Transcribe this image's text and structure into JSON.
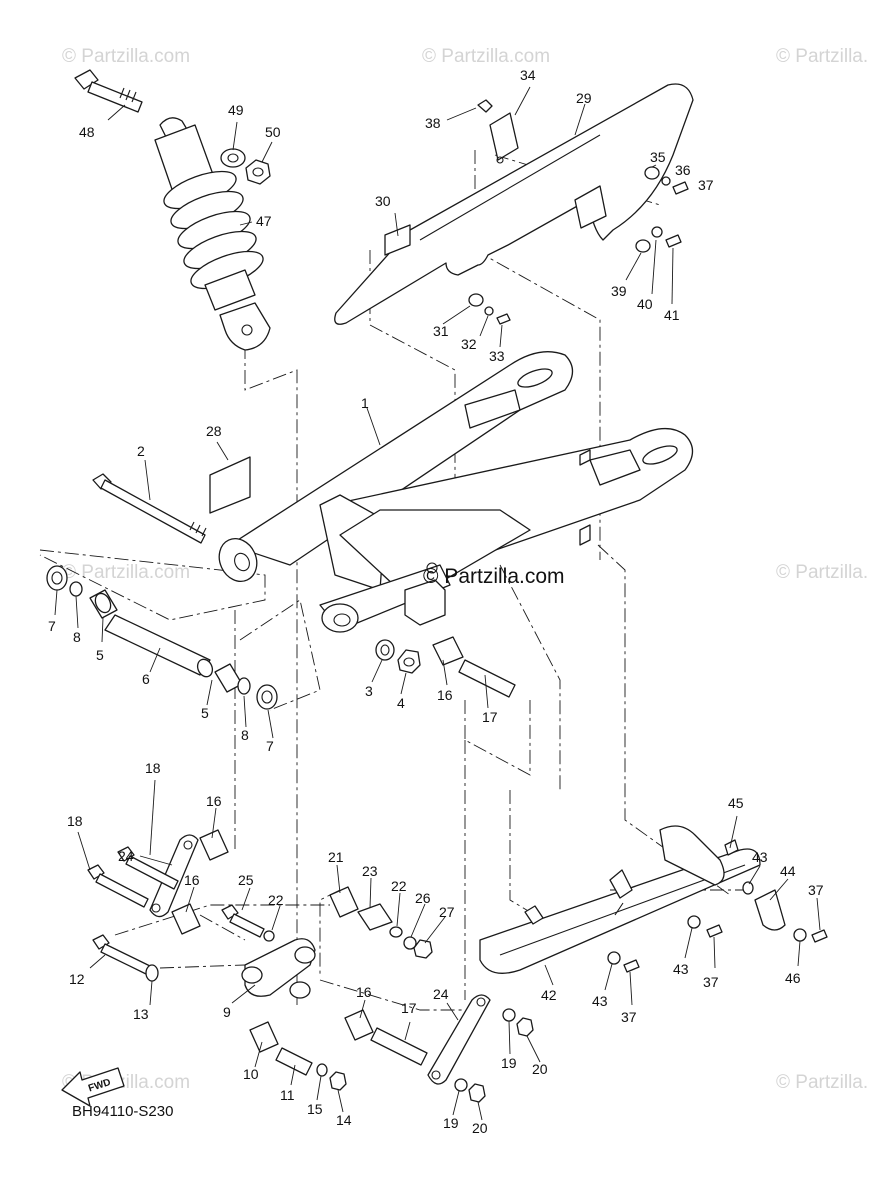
{
  "watermark_text": "© Partzilla.com",
  "brand_text": "© Partzilla.com",
  "diagram_code": "BH94110-S230",
  "fwd_label": "FWD",
  "callouts": {
    "c1": "1",
    "c2": "2",
    "c3": "3",
    "c4": "4",
    "c5a": "5",
    "c5b": "5",
    "c6": "6",
    "c7a": "7",
    "c7b": "7",
    "c8a": "8",
    "c8b": "8",
    "c9": "9",
    "c10": "10",
    "c11": "11",
    "c12": "12",
    "c13": "13",
    "c14": "14",
    "c15": "15",
    "c16a": "16",
    "c16b": "16",
    "c16c": "16",
    "c16d": "16",
    "c17a": "17",
    "c17b": "17",
    "c18a": "18",
    "c18b": "18",
    "c19a": "19",
    "c19b": "19",
    "c20a": "20",
    "c20b": "20",
    "c21": "21",
    "c22a": "22",
    "c22b": "22",
    "c23": "23",
    "c24a": "24",
    "c24b": "24",
    "c25": "25",
    "c26": "26",
    "c27": "27",
    "c28": "28",
    "c29": "29",
    "c30": "30",
    "c31": "31",
    "c32": "32",
    "c33": "33",
    "c34": "34",
    "c35": "35",
    "c36": "36",
    "c37a": "37",
    "c37b": "37",
    "c37c": "37",
    "c37d": "37",
    "c38": "38",
    "c39": "39",
    "c40": "40",
    "c41": "41",
    "c42": "42",
    "c43a": "43",
    "c43b": "43",
    "c43c": "43",
    "c44": "44",
    "c45": "45",
    "c46": "46",
    "c47": "47",
    "c48": "48",
    "c49": "49",
    "c50": "50"
  }
}
